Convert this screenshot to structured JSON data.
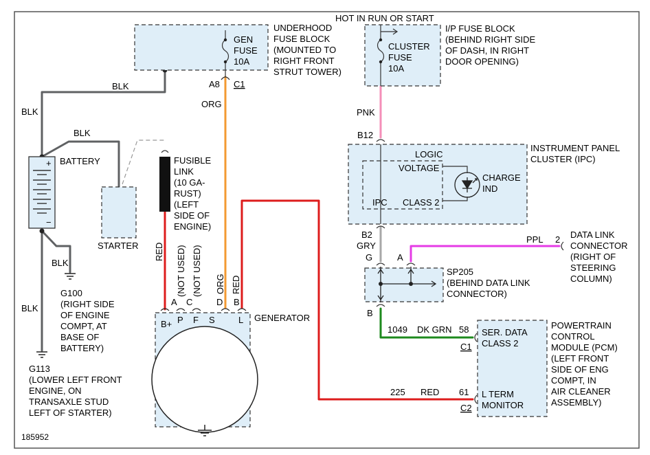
{
  "diagram_id": "185952",
  "colors": {
    "blk": "#5f6163",
    "org": "#f39a32",
    "red": "#dd1c1c",
    "pnk": "#f48fb8",
    "gry": "#a8a8a8",
    "ppl": "#e53be6",
    "dkgrn": "#1d8a1d",
    "box_fill": "#dfeef8"
  },
  "underhood": {
    "fuse_name": [
      "GEN",
      "FUSE",
      "10A"
    ],
    "desc": [
      "UNDERHOOD",
      "FUSE BLOCK",
      "(MOUNTED TO",
      "RIGHT FRONT",
      "STRUT TOWER)"
    ],
    "pin": "A8",
    "conn": "C1"
  },
  "ip_fuse": {
    "header": "HOT IN RUN OR START",
    "fuse_name": [
      "CLUSTER",
      "FUSE",
      "10A"
    ],
    "desc": [
      "I/P FUSE BLOCK",
      "(BEHIND RIGHT SIDE",
      "OF DASH, IN RIGHT",
      "DOOR OPENING)"
    ]
  },
  "wires": {
    "blk": "BLK",
    "org": "ORG",
    "pnk": "PNK",
    "red": "RED",
    "gry": "GRY",
    "ppl": "PPL",
    "w1049": "1049",
    "dkgrn": "DK GRN",
    "w225": "225",
    "not_used": "(NOT USED)"
  },
  "battery": {
    "label": "BATTERY",
    "plus": "+",
    "minus": "−"
  },
  "starter": {
    "label": "STARTER"
  },
  "fusible_link": [
    "FUSIBLE",
    "LINK",
    "(10 GA-",
    "RUST)",
    "(LEFT",
    "SIDE OF",
    "ENGINE)"
  ],
  "g100": [
    "G100",
    "(RIGHT SIDE",
    "OF ENGINE",
    "COMPT, AT",
    "BASE OF",
    "BATTERY)"
  ],
  "g113": [
    "G113",
    "(LOWER LEFT FRONT",
    "ENGINE, ON",
    "TRANSAXLE STUD",
    "LEFT OF STARTER)"
  ],
  "generator": {
    "label": "GENERATOR",
    "pins_top": [
      "A",
      "C",
      "D",
      "B"
    ],
    "terminals": [
      "B+",
      "P",
      "F",
      "S",
      "L"
    ]
  },
  "ipc": {
    "desc": [
      "INSTRUMENT PANEL",
      "CLUSTER (IPC)"
    ],
    "pin_in": "B12",
    "pin_out": "B2",
    "logic": "LOGIC",
    "voltage": "VOLTAGE",
    "ipc": "IPC",
    "class2": "CLASS 2",
    "charge_ind": [
      "CHARGE",
      "IND"
    ]
  },
  "sp205": {
    "name": "SP205",
    "desc": [
      "(BEHIND DATA LINK",
      "CONNECTOR)"
    ],
    "pin_g": "G",
    "pin_a": "A",
    "pin_b": "B"
  },
  "dlc": {
    "pin": "2",
    "desc": [
      "DATA LINK",
      "CONNECTOR",
      "(RIGHT OF",
      "STEERING",
      "COLUMN)"
    ]
  },
  "pcm": {
    "desc": [
      "POWERTRAIN",
      "CONTROL",
      "MODULE (PCM)",
      "(LEFT FRONT",
      "SIDE OF ENG",
      "COMPT, IN",
      "AIR CLEANER",
      "ASSEMBLY)"
    ],
    "ser_data": [
      "SER. DATA",
      "CLASS 2"
    ],
    "pin_58": "58",
    "conn_c1": "C1",
    "lterm": [
      "L TERM",
      "MONITOR"
    ],
    "pin_61": "61",
    "conn_c2": "C2"
  }
}
